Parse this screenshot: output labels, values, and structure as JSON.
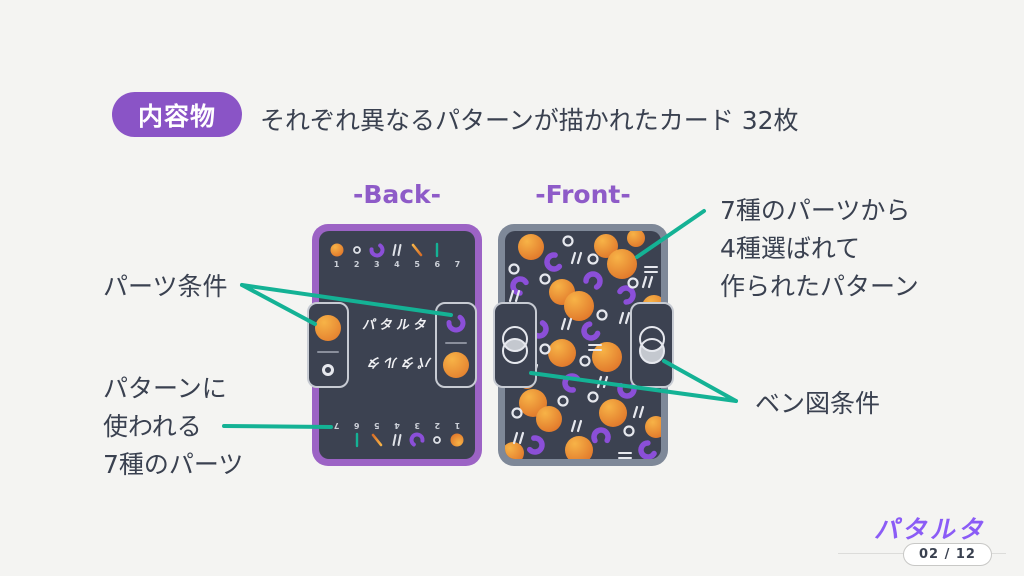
{
  "colors": {
    "background": "#f4f4f2",
    "badge_purple": "#8a54c6",
    "label_purple": "#8e5bc8",
    "connector_teal": "#14b295",
    "text_dark": "#3a4150",
    "card_back_border": "#9c63c5",
    "card_front_border": "#7e8898",
    "card_interior": "#3c4251",
    "part_orange": "#ee8f2e",
    "part_purple": "#8b4fd8",
    "logo_purple": "#8b5cf6"
  },
  "header": {
    "badge_label": "内容物",
    "title": "それぞれ異なるパターンが描かれたカード 32枚"
  },
  "cards": {
    "back": {
      "label": "-Back-",
      "logo_text": "パタルタ",
      "part_numbers": [
        "1",
        "2",
        "3",
        "4",
        "5",
        "6",
        "7"
      ]
    },
    "front": {
      "label": "-Front-"
    }
  },
  "annotations": {
    "parts_condition": "パーツ条件",
    "parts_used_lines": [
      "パターンに",
      "使われる",
      "7種のパーツ"
    ],
    "pattern_made_lines": [
      "7種のパーツから",
      "4種選ばれて",
      "作られたパターン"
    ],
    "venn_condition": "ベン図条件"
  },
  "footer": {
    "logo_text": "パタルタ",
    "page_indicator": "02 / 12"
  }
}
